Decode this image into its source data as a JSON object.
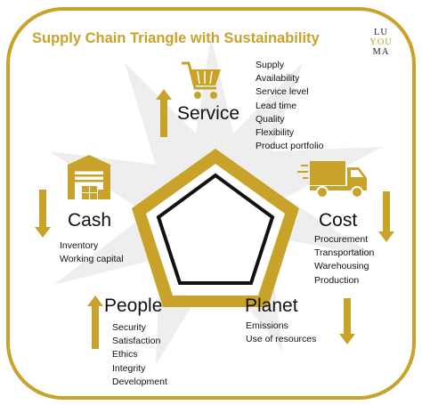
{
  "title": "Supply Chain Triangle with Sustainability",
  "logo": {
    "line1": "LU",
    "line2": "YOU",
    "line3": "MA"
  },
  "colors": {
    "gold": "#c9a22a",
    "star": "#eeeeee",
    "text": "#111111"
  },
  "pillars": {
    "service": {
      "label": "Service",
      "icon": "shopping-cart-icon",
      "arrow": "up",
      "items": [
        "Supply",
        "Availability",
        "Service level",
        "Lead time",
        "Quality",
        "Flexibility",
        "Product portfolio"
      ]
    },
    "cost": {
      "label": "Cost",
      "icon": "delivery-truck-icon",
      "arrow": "down",
      "items": [
        "Procurement",
        "Transportation",
        "Warehousing",
        "Production"
      ]
    },
    "cash": {
      "label": "Cash",
      "icon": "warehouse-icon",
      "arrow": "down",
      "items": [
        "Inventory",
        "Working capital"
      ]
    },
    "people": {
      "label": "People",
      "arrow": "up",
      "items": [
        "Security",
        "Satisfaction",
        "Ethics",
        "Integrity",
        "Development"
      ]
    },
    "planet": {
      "label": "Planet",
      "arrow": "down",
      "items": [
        "Emissions",
        "Use of resources"
      ]
    }
  }
}
